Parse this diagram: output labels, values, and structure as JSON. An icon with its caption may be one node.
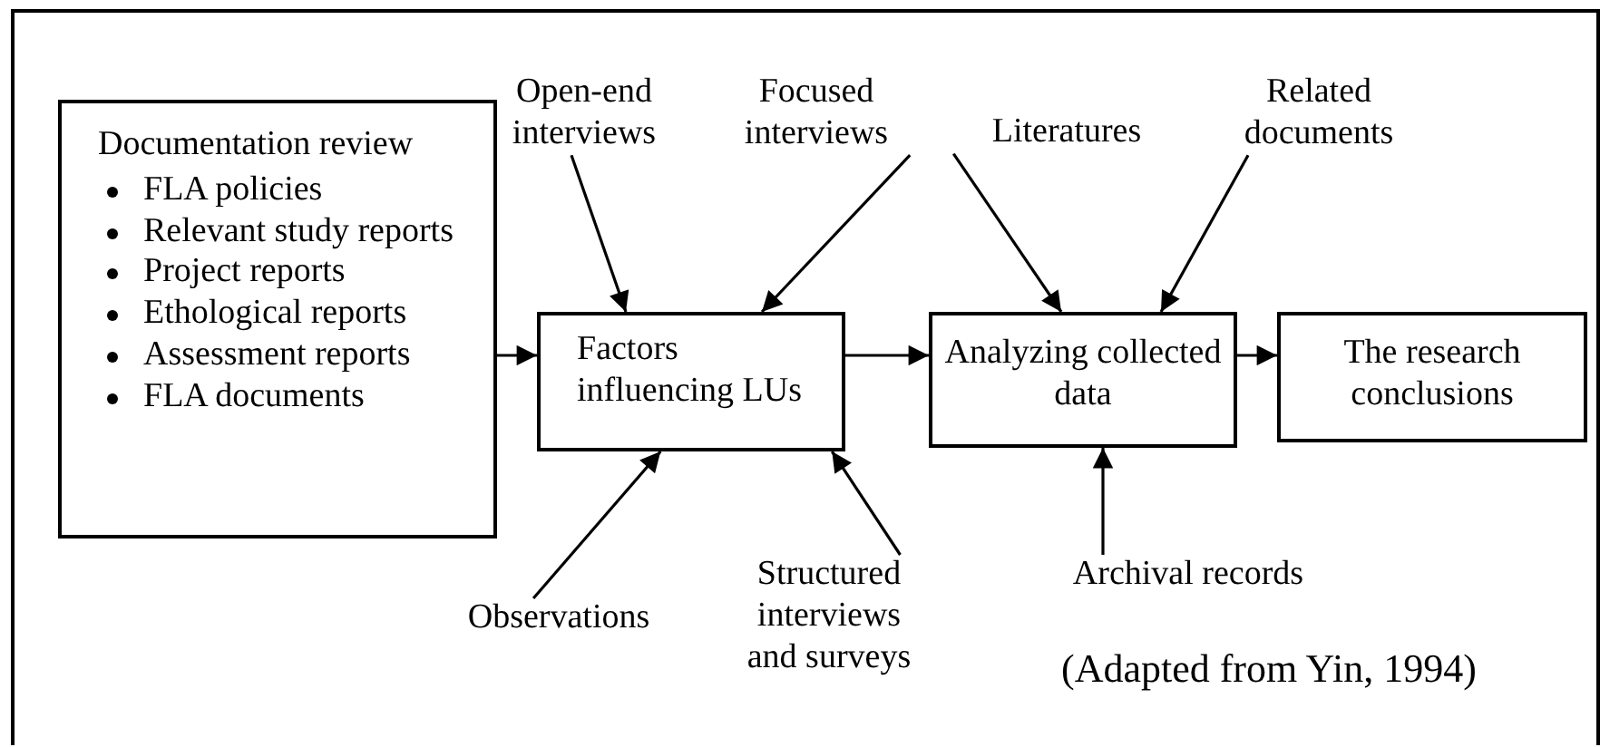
{
  "diagram": {
    "caption": "(Adapted from Yin, 1994)",
    "nodes": [
      {
        "text": [
          "Documentation review",
          "FLA policies",
          "Relevant study reports",
          "Project reports",
          "Ethological reports",
          "Assessment reports",
          "FLA documents"
        ]
      },
      {
        "text": [
          "Factors influencing LUs"
        ]
      },
      {
        "text": [
          "Analyzing collected data"
        ]
      },
      {
        "text": [
          "The research conclusions"
        ]
      },
      {
        "text": [
          "Open-end interviews"
        ]
      },
      {
        "text": [
          "Focused interviews"
        ]
      },
      {
        "text": [
          "Literatures"
        ]
      },
      {
        "text": [
          "Related documents"
        ]
      },
      {
        "text": [
          "Observations"
        ]
      },
      {
        "text": [
          "Structured interviews and surveys"
        ]
      },
      {
        "text": [
          "Archival records"
        ]
      }
    ],
    "edges": [
      {
        "from": 0,
        "to": 1,
        "arrow": "to"
      },
      {
        "from": 1,
        "to": 2,
        "arrow": "to"
      },
      {
        "from": 2,
        "to": 3,
        "arrow": "to"
      },
      {
        "from": 4,
        "to": 1,
        "arrow": "to"
      },
      {
        "from": 5,
        "to": 1,
        "arrow": "to"
      },
      {
        "from": 6,
        "to": 2,
        "arrow": "to"
      },
      {
        "from": 7,
        "to": 2,
        "arrow": "to"
      },
      {
        "from": 8,
        "to": 1,
        "arrow": "to"
      },
      {
        "from": 9,
        "to": 1,
        "arrow": "to"
      },
      {
        "from": 10,
        "to": 2,
        "arrow": "to"
      }
    ]
  }
}
